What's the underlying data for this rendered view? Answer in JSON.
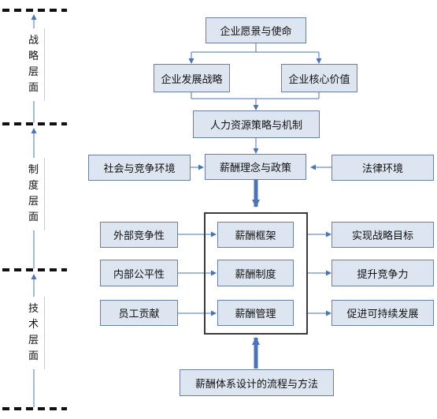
{
  "levels": {
    "strategy": [
      "战",
      "略",
      "层",
      "面"
    ],
    "system": [
      "制",
      "度",
      "层",
      "面"
    ],
    "technical": [
      "技",
      "术",
      "层",
      "面"
    ]
  },
  "boxes": {
    "vision": "企业愿景与使命",
    "dev_strategy": "企业发展战略",
    "core_values": "企业核心价值",
    "hr_strategy": "人力资源策略与机制",
    "social_env": "社会与竞争环境",
    "comp_philosophy": "薪酬理念与政策",
    "legal_env": "法律环境",
    "external_comp": "外部竞争性",
    "internal_equity": "内部公平性",
    "employee_contribution": "员工贡献",
    "comp_framework": "薪酬框架",
    "comp_system": "薪酬制度",
    "comp_management": "薪酬管理",
    "goal_achieve": "实现战略目标",
    "competitiveness": "提升竞争力",
    "sustainability": "促进可持续发展",
    "design_process": "薪酬体系设计的流程与方法"
  },
  "colors": {
    "box_fill": "#dde5f0",
    "box_border": "#6a7fa3",
    "arrow": "#4a74b8",
    "dash": "#111111",
    "frame": "#3a3a3a"
  }
}
